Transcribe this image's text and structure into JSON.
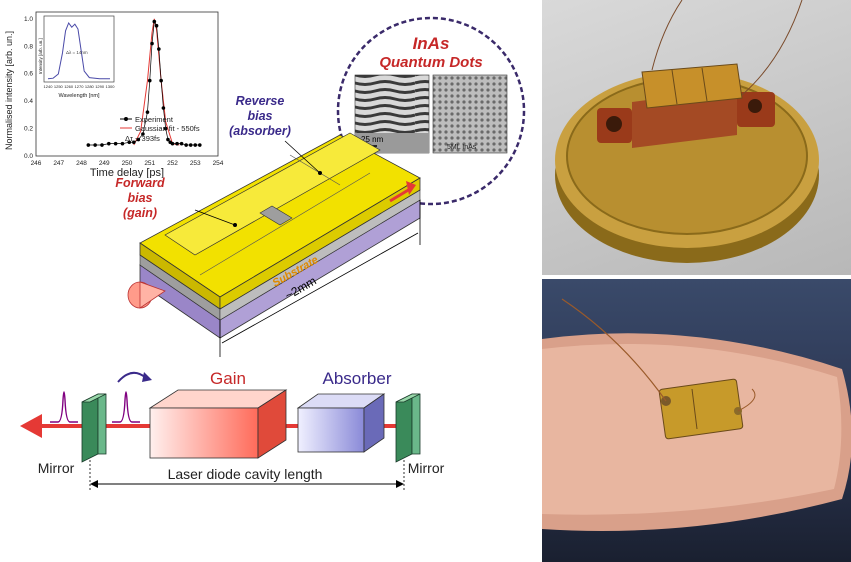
{
  "chart": {
    "ylabel": "Normalised intensity [arb. un.]",
    "xlabel": "Time delay [ps]",
    "x_ticks": [
      "246",
      "247",
      "248",
      "249",
      "250",
      "251",
      "252",
      "253",
      "254"
    ],
    "y_ticks": [
      "0.0",
      "0.2",
      "0.4",
      "0.6",
      "0.8",
      "1.0"
    ],
    "legend": [
      "Experiment",
      "Gaussian fit - 550fs"
    ],
    "annotation": "Δτ ~ 393fs",
    "inset_xlabel": "Wavelength [nm]",
    "inset_ylabel": "Intensity [arb. un.]",
    "inset_x_ticks": [
      "1240",
      "1250",
      "1260",
      "1270",
      "1280",
      "1290",
      "1300"
    ],
    "inset_annotation": "Δλ = 14nm",
    "series_colors": {
      "experiment": "#000000",
      "fit": "#e53935",
      "inset": "#4a4aa8"
    }
  },
  "chart_data": [
    {
      "type": "scatter",
      "xlabel": "Time delay [ps]",
      "ylabel": "Normalised intensity [arb. un.]",
      "xlim": [
        246,
        254
      ],
      "ylim": [
        0,
        1.05
      ],
      "series": [
        {
          "name": "Experiment",
          "x": [
            248.3,
            248.6,
            248.9,
            249.2,
            249.5,
            249.8,
            250.1,
            250.3,
            250.5,
            250.7,
            250.9,
            251.0,
            251.1,
            251.2,
            251.3,
            251.4,
            251.5,
            251.6,
            251.7,
            251.8,
            251.9,
            252.0,
            252.2,
            252.4,
            252.6,
            252.8,
            253.0,
            253.2
          ],
          "y": [
            0.08,
            0.08,
            0.08,
            0.09,
            0.09,
            0.09,
            0.1,
            0.1,
            0.12,
            0.16,
            0.32,
            0.55,
            0.82,
            0.98,
            0.95,
            0.78,
            0.55,
            0.35,
            0.2,
            0.12,
            0.1,
            0.09,
            0.09,
            0.09,
            0.08,
            0.08,
            0.08,
            0.08
          ]
        },
        {
          "name": "Gaussian fit - 550fs",
          "x": [
            250.3,
            250.6,
            250.9,
            251.1,
            251.2,
            251.3,
            251.5,
            251.7,
            252.0,
            252.3
          ],
          "y": [
            0.08,
            0.18,
            0.55,
            0.9,
            1.0,
            0.92,
            0.55,
            0.25,
            0.09,
            0.08
          ]
        }
      ]
    },
    {
      "type": "line",
      "xlabel": "Wavelength [nm]",
      "ylabel": "Intensity [arb. un.]",
      "xlim": [
        1240,
        1300
      ],
      "x": [
        1240,
        1245,
        1250,
        1254,
        1257,
        1260,
        1263,
        1266,
        1269,
        1272,
        1275,
        1280,
        1290,
        1300
      ],
      "y": [
        0.02,
        0.03,
        0.1,
        0.45,
        0.82,
        0.95,
        0.88,
        0.93,
        0.85,
        0.5,
        0.15,
        0.04,
        0.02,
        0.02
      ]
    }
  ],
  "device": {
    "title_line1": "InAs",
    "title_line2": "Quantum Dots",
    "tem_scale": "25 nm",
    "plan_label": "5ML InAs",
    "reverse_bias_line1": "Reverse",
    "reverse_bias_line2": "bias",
    "reverse_bias_line3": "(absorber)",
    "forward_bias_line1": "Forward",
    "forward_bias_line2": "bias",
    "forward_bias_line3": "(gain)",
    "substrate": "Substrate",
    "length": "~2mm"
  },
  "cavity": {
    "gain": "Gain",
    "absorber": "Absorber",
    "mirror_left": "Mirror",
    "mirror_right": "Mirror",
    "cavity_length": "Laser diode cavity length",
    "colors": {
      "gain": "#ff6b5a",
      "absorber": "#8a8ad8",
      "beam": "#e53935",
      "pulse": "#800080",
      "mirror": "#3a8a5a"
    }
  }
}
